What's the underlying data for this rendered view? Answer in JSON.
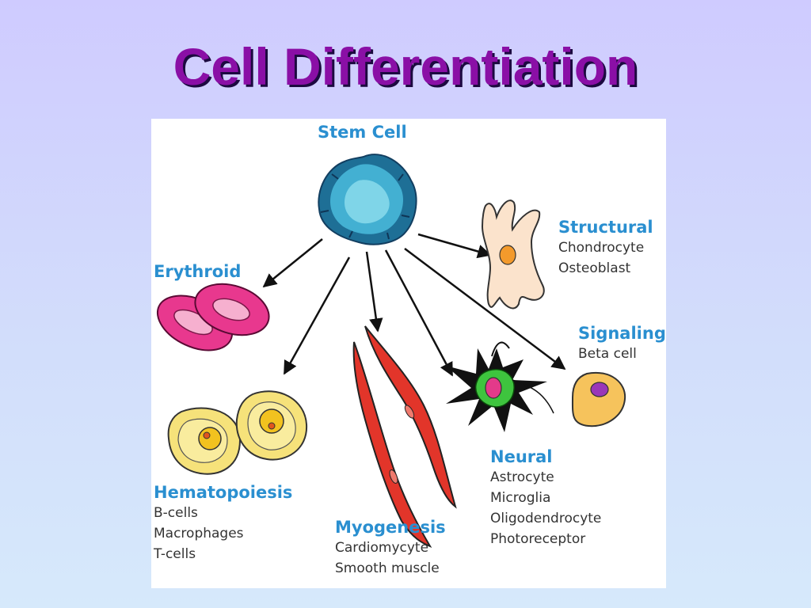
{
  "slide": {
    "title": "Cell Differentiation"
  },
  "diagram": {
    "root": {
      "label": "Stem Cell"
    },
    "branches": [
      {
        "name": "Erythroid",
        "items": []
      },
      {
        "name": "Hematopoiesis",
        "items": [
          "B-cells",
          "Macrophages",
          "T-cells"
        ]
      },
      {
        "name": "Myogenesis",
        "items": [
          "Cardiomycyte",
          "Smooth muscle"
        ]
      },
      {
        "name": "Neural",
        "items": [
          "Astrocyte",
          "Microglia",
          "Oligodendrocyte",
          "Photoreceptor"
        ]
      },
      {
        "name": "Signaling",
        "items": [
          "Beta cell"
        ]
      },
      {
        "name": "Structural",
        "items": [
          "Chondrocyte",
          "Osteoblast"
        ]
      }
    ],
    "colors": {
      "title": "#8a0fa6",
      "category_label": "#2a8fd0",
      "stem_cell": "#3fa9c9",
      "erythroid": "#e8388e",
      "hematopoiesis": "#f6e27a",
      "myogenesis": "#e2352a",
      "neural": "#3ec43e",
      "signaling": "#f6c35c",
      "structural": "#fbe3cc"
    }
  }
}
